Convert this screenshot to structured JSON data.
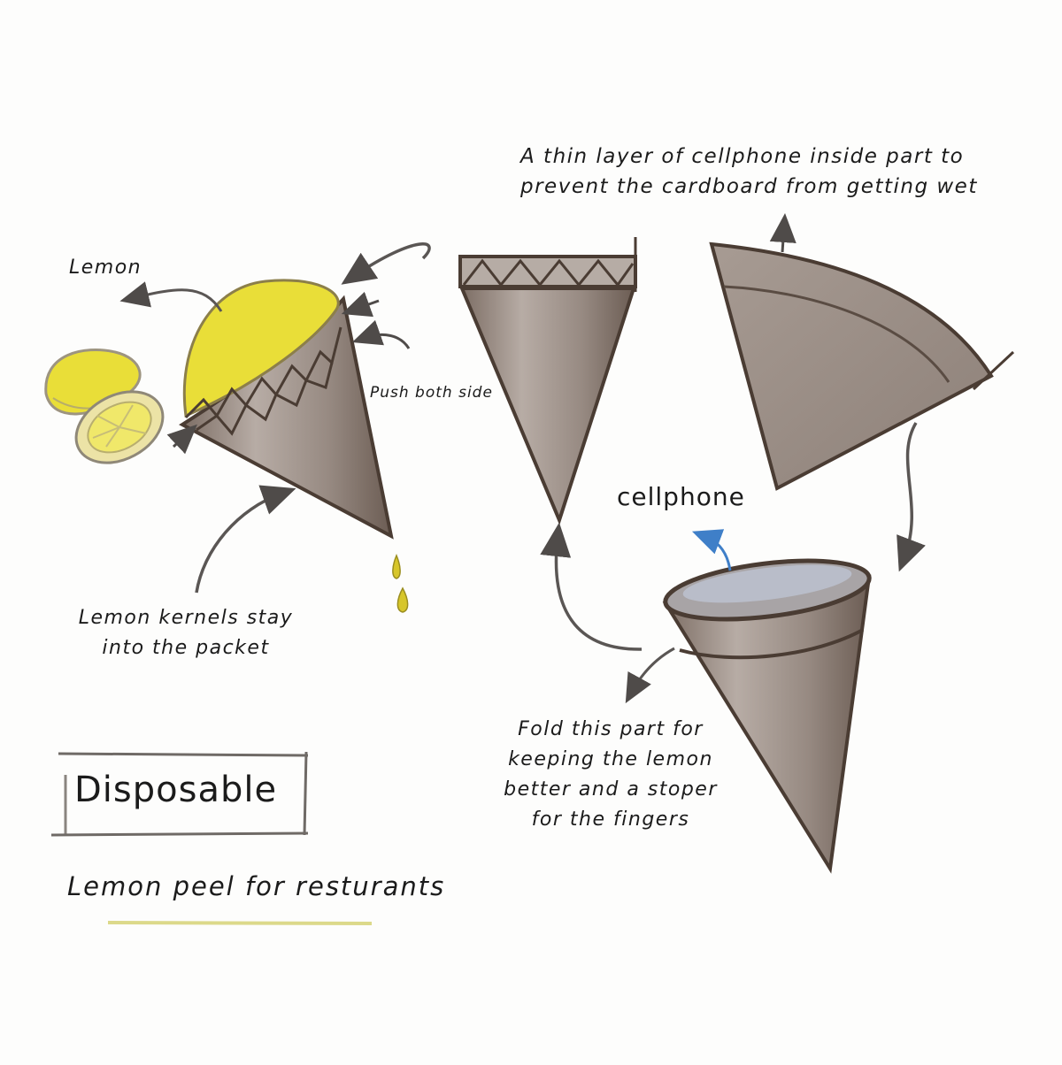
{
  "labels": {
    "lemon": "Lemon",
    "push": "Push both side",
    "cell_top_line1": "A thin layer of cellphone inside part to",
    "cell_top_line2": "prevent the cardboard from getting wet",
    "cellphone": "cellphone",
    "kernels_line1": "Lemon kernels stay",
    "kernels_line2": "into the packet",
    "fold_line1": "Fold this part for",
    "fold_line2": "keeping the lemon",
    "fold_line3": "better and a stoper",
    "fold_line4": "for the fingers",
    "disposable": "Disposable",
    "subtitle": "Lemon peel for resturants"
  },
  "colors": {
    "lemon": "#e9de38",
    "lemon_dark": "#c9bb1f",
    "cone_fill": "#a89c94",
    "cone_stroke": "#4a3c33",
    "arrow": "#5a5654",
    "cellphone_arrow": "#3f7fc8",
    "underline": "#dcd98a"
  }
}
